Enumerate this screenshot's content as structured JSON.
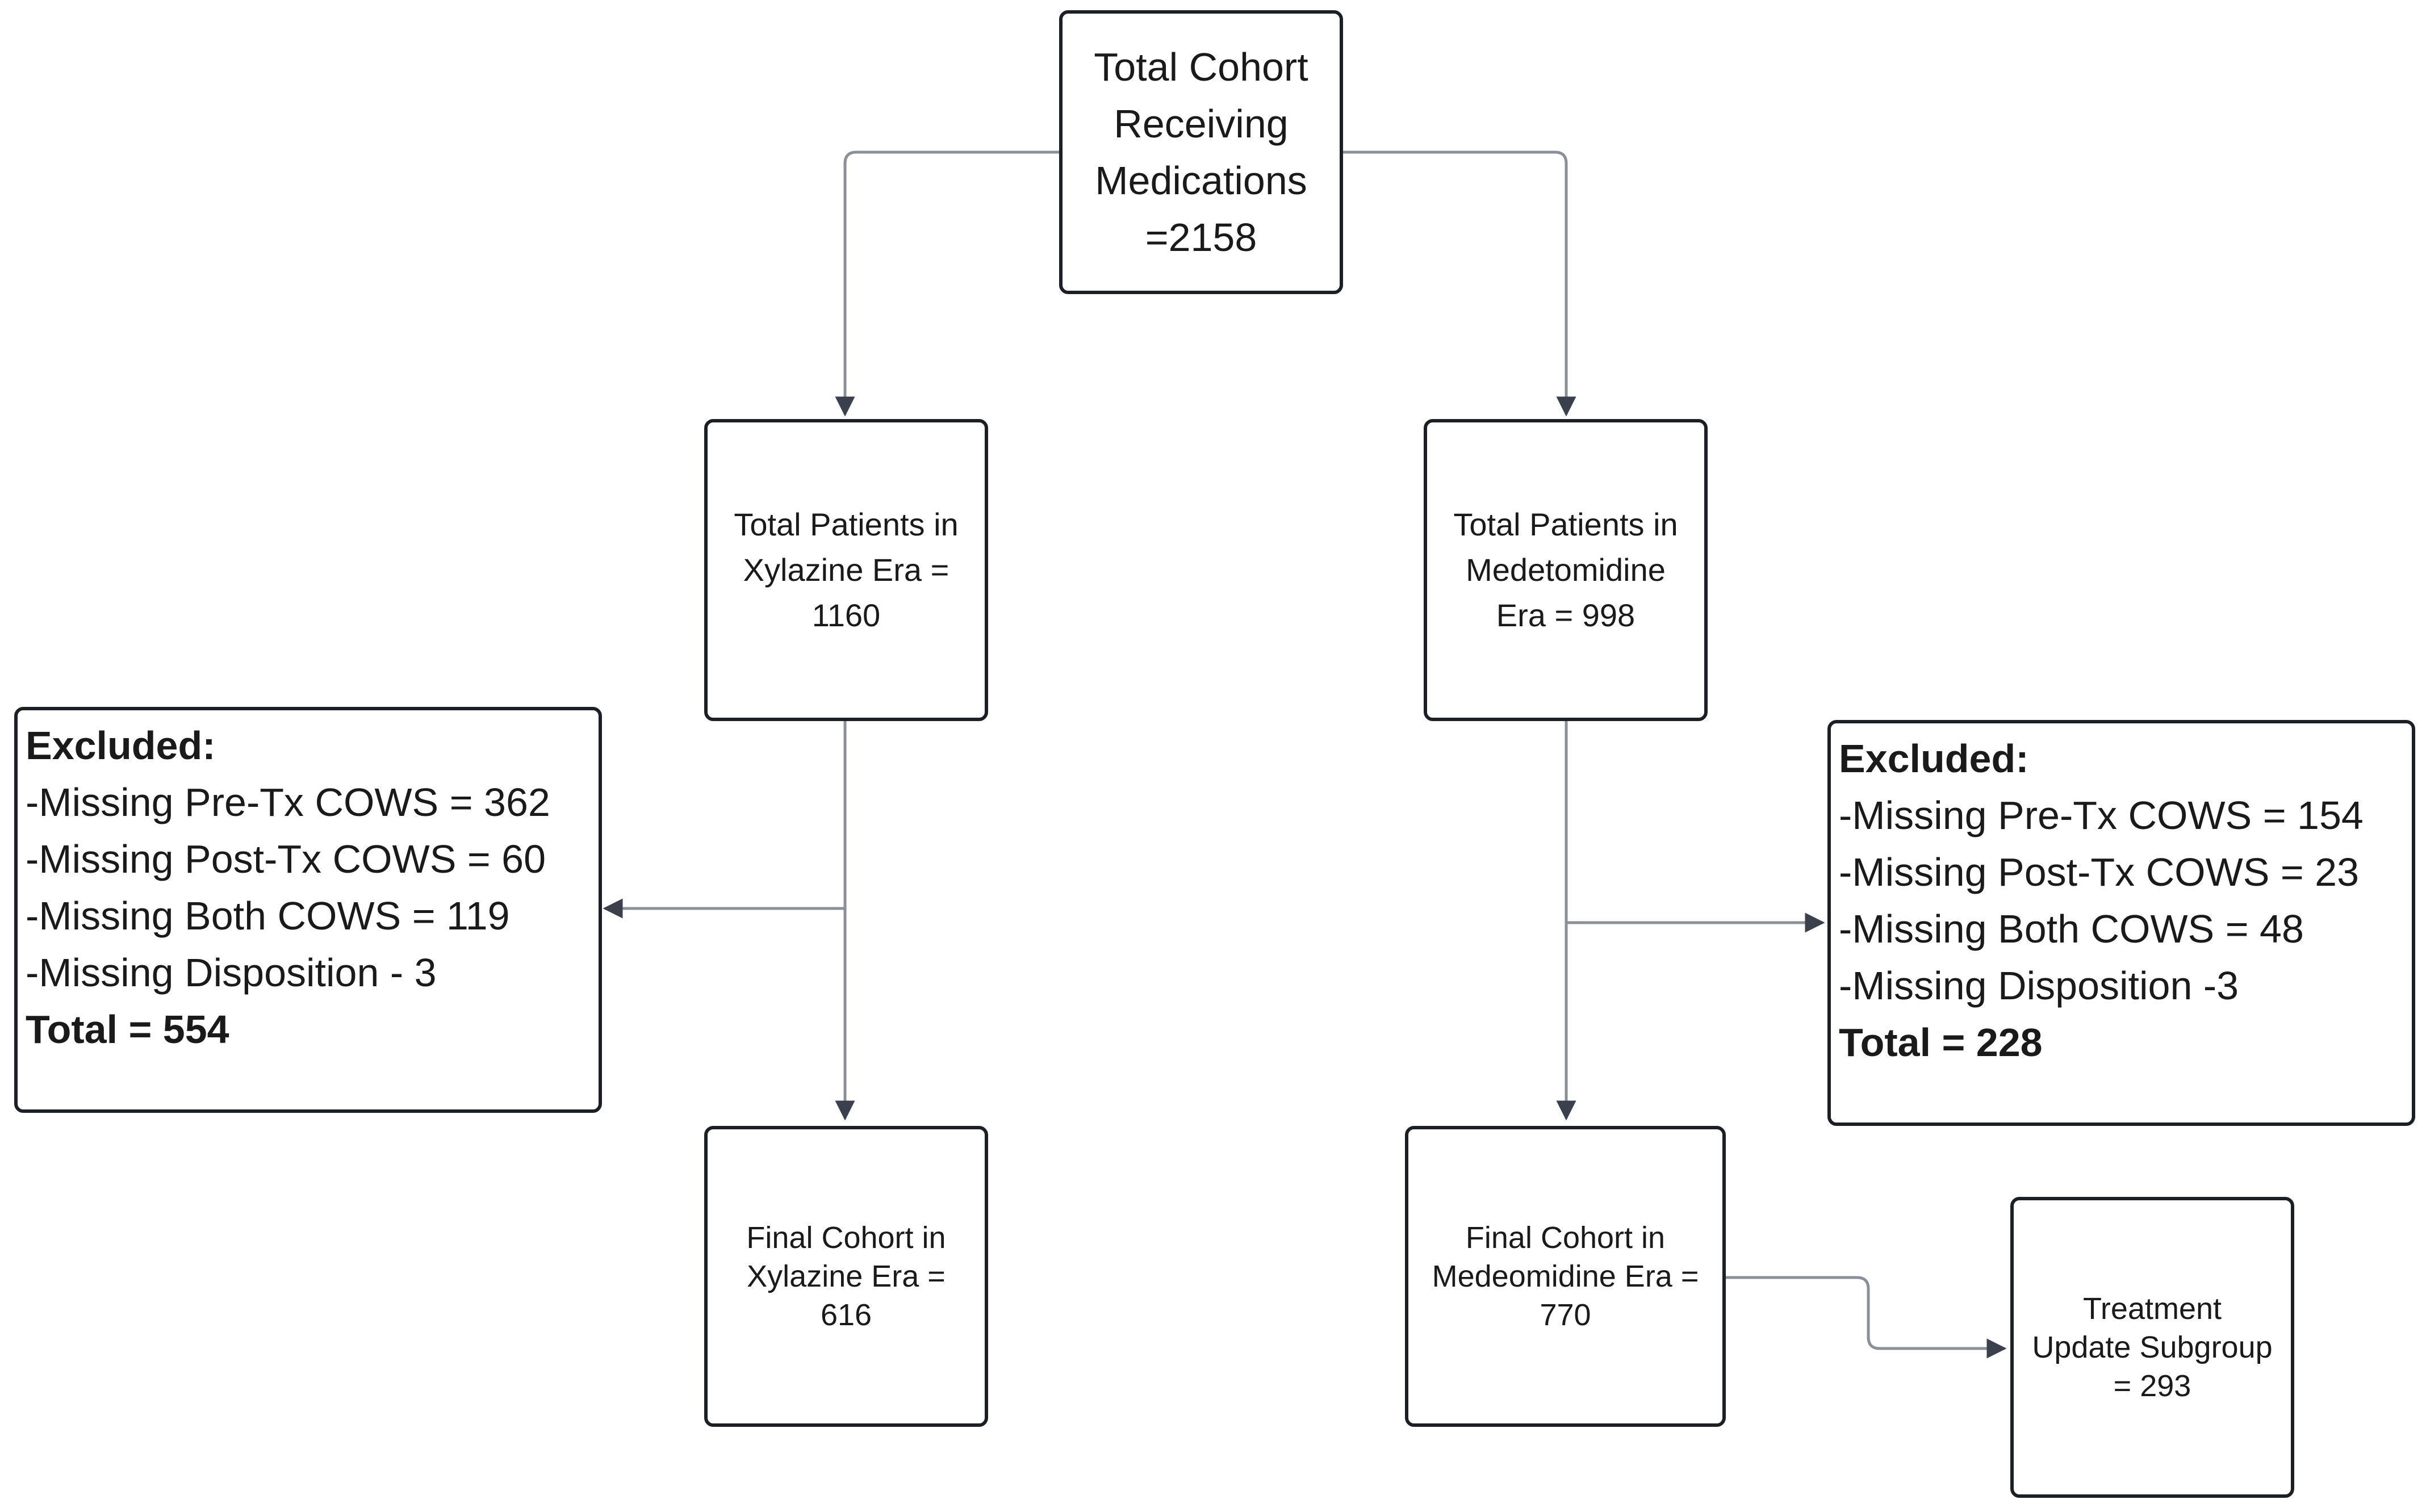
{
  "nodes": {
    "total_cohort": [
      "Total Cohort",
      "Receiving",
      "Medications",
      "=2158"
    ],
    "xylazine_era": [
      "Total Patients in",
      "Xylazine Era =",
      "1160"
    ],
    "medetomidine_era": [
      "Total Patients in",
      "Medetomidine",
      "Era = 998"
    ],
    "final_xylazine": [
      "Final Cohort in",
      "Xylazine Era =",
      "616"
    ],
    "final_medetomidine": [
      "Final Cohort in",
      "Medeomidine Era =",
      "770"
    ],
    "treatment_update": [
      "Treatment",
      "Update Subgroup",
      "= 293"
    ]
  },
  "exclusions": {
    "xylazine": {
      "heading": "Excluded:",
      "items": [
        "-Missing Pre-Tx COWS = 362",
        "-Missing Post-Tx COWS = 60",
        "-Missing Both COWS = 119",
        "-Missing Disposition - 3"
      ],
      "total": "Total = 554"
    },
    "medetomidine": {
      "heading": "Excluded:",
      "items": [
        "-Missing Pre-Tx COWS = 154",
        "-Missing Post-Tx COWS = 23",
        "-Missing Both COWS = 48",
        "-Missing Disposition -3"
      ],
      "total": "Total = 228"
    }
  },
  "colors": {
    "border": "#1c1f26",
    "connector": "#8a8f98",
    "arrowhead": "#3a414d"
  }
}
